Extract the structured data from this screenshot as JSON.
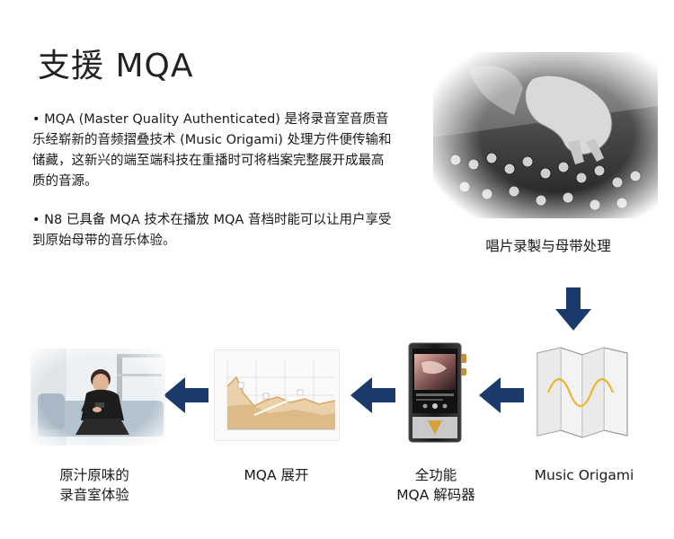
{
  "title": "支援 MQA",
  "bullets": [
    "• MQA (Master Quality Authenticated) 是将录音室音质音乐经崭新的音频摺叠技术 (Music Origami) 处理方件便传输和储藏，这新兴的端至端科技在重播时可将档案完整展开成最高质的音源。",
    "• N8 已具备 MQA 技术在播放 MQA 音档时能可以让用户享受到原始母带的音乐体验。"
  ],
  "captions": {
    "studio": "唱片录製与母带处理",
    "listener_line1": "原汁原味的",
    "listener_line2": "录音室体验",
    "unfold": "MQA 展开",
    "decoder_line1": "全功能",
    "decoder_line2": "MQA 解码器",
    "origami": "Music Origami"
  },
  "colors": {
    "arrow": "#1b3a6b",
    "graph_fill": "#e8c99a",
    "graph_line": "#d9a460"
  }
}
